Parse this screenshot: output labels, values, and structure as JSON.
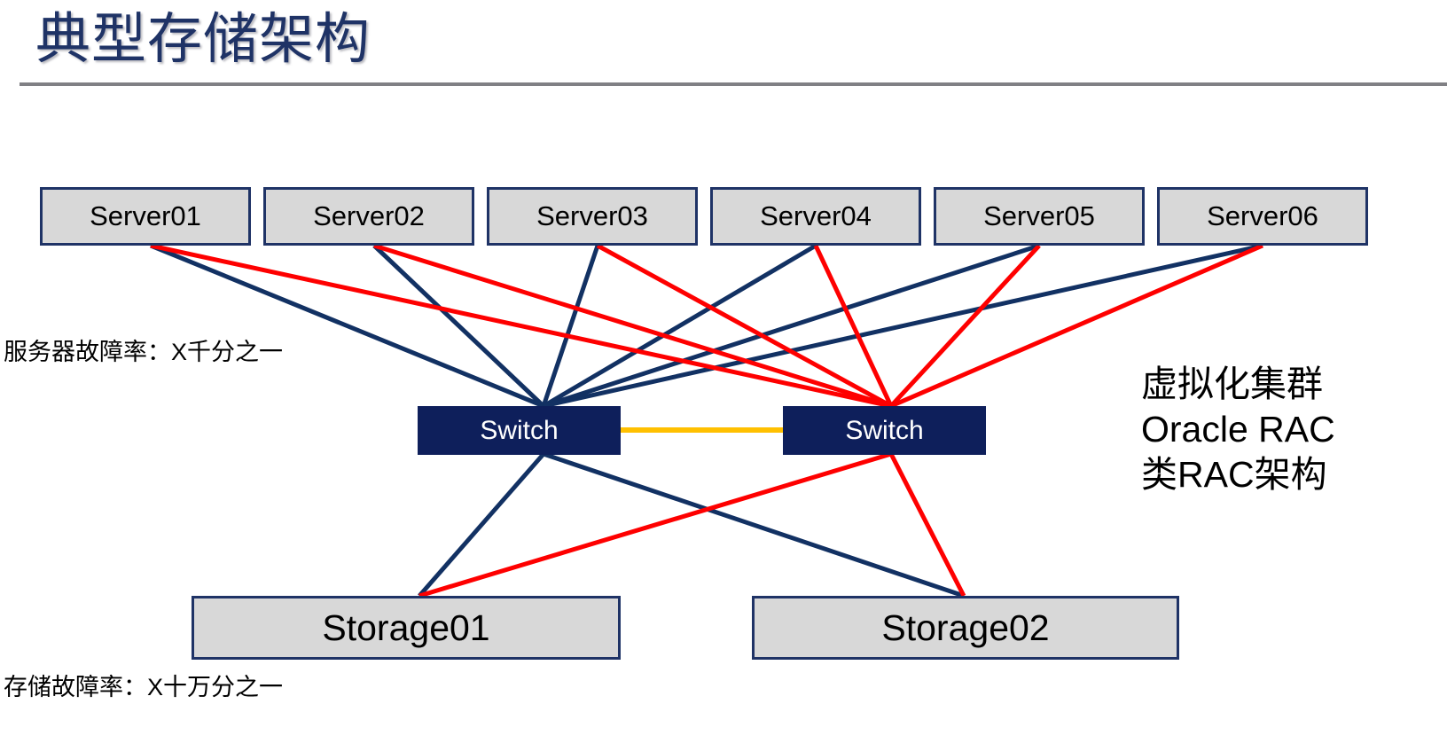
{
  "slide": {
    "title": "典型存储架构",
    "background": "#ffffff"
  },
  "colors": {
    "title_text": "#1f3366",
    "rule": "#808084",
    "node_fill": "#d8d8d8",
    "node_border": "#1f3366",
    "switch_fill": "#0e1f5b",
    "switch_text": "#ffffff",
    "link_primary": "#123163",
    "link_secondary": "#fe0000",
    "interswitch_link": "#ffc000"
  },
  "diagram": {
    "servers": [
      {
        "label": "Server01"
      },
      {
        "label": "Server02"
      },
      {
        "label": "Server03"
      },
      {
        "label": "Server04"
      },
      {
        "label": "Server05"
      },
      {
        "label": "Server06"
      }
    ],
    "switches": [
      {
        "label": "Switch"
      },
      {
        "label": "Switch"
      }
    ],
    "storages": [
      {
        "label": "Storage01"
      },
      {
        "label": "Storage02"
      }
    ]
  },
  "notes": {
    "server_failure_rate": "服务器故障率：X千分之一",
    "storage_failure_rate": "存储故障率：X十万分之一",
    "cluster_lines": [
      "虚拟化集群",
      "Oracle RAC",
      "类RAC架构"
    ]
  }
}
